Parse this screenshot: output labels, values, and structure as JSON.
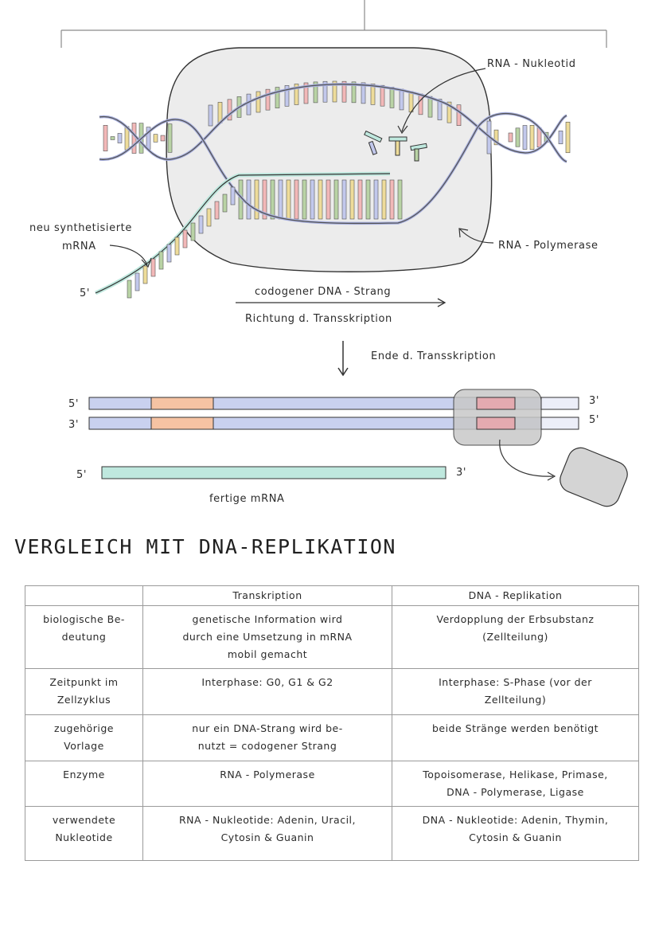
{
  "labels": {
    "rna_nucleotide": "RNA - Nukleotid",
    "new_mrna_line1": "neu synthetisierte",
    "new_mrna_line2": "mRNA",
    "rna_polymerase": "RNA - Polymerase",
    "five_prime": "5'",
    "three_prime": "3'",
    "codogenic_strand": "codogener DNA - Strang",
    "direction": "Richtung d. Transskription",
    "end_of_transcription": "Ende d. Transskription",
    "finished_mrna": "fertige mRNA"
  },
  "colors": {
    "blob": "#ececec",
    "strand_blue": "#c9d1ef",
    "segment_orange": "#f6c3a3",
    "segment_red": "#e4aab0",
    "mrna_teal": "#bfe8de",
    "polymerase_box": "#c8c8c8",
    "rung_colors": [
      "#f2b8b8",
      "#b9d3a5",
      "#c2c8ec",
      "#eedc9a"
    ]
  },
  "section_heading": "VERGLEICH MIT DNA-REPLIKATION",
  "table": {
    "headers": [
      "",
      "Transkription",
      "DNA - Replikation"
    ],
    "rows": [
      {
        "label": "biologische Be-\ndeutung",
        "transkription": "genetische Information wird\ndurch eine Umsetzung in mRNA\nmobil gemacht",
        "replikation": "Verdopplung der Erbsubstanz\n(Zellteilung)"
      },
      {
        "label": "Zeitpunkt im\nZellzyklus",
        "transkription": "Interphase: G0, G1 & G2",
        "replikation": "Interphase: S-Phase (vor der\nZellteilung)"
      },
      {
        "label": "zugehörige\nVorlage",
        "transkription": "nur ein DNA-Strang wird be-\nnutzt = codogener Strang",
        "replikation": "beide Stränge werden benötigt"
      },
      {
        "label": "Enzyme",
        "transkription": "RNA - Polymerase",
        "replikation": "Topoisomerase, Helikase, Primase,\nDNA - Polymerase, Ligase"
      },
      {
        "label": "verwendete\nNukleotide",
        "transkription": "RNA - Nukleotide: Adenin, Uracil,\nCytosin & Guanin",
        "replikation": "DNA - Nukleotide: Adenin, Thymin,\nCytosin & Guanin"
      }
    ]
  }
}
